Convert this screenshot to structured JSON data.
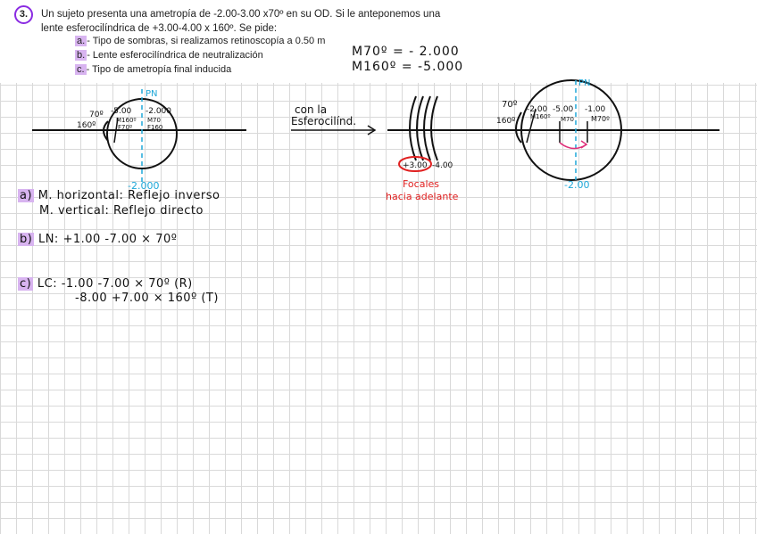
{
  "problem": {
    "number": "3.",
    "statement_line1": "Un sujeto presenta una ametropía de -2.00-3.00 x70º en su OD. Si le anteponemos una",
    "statement_line2": "lente esferocilíndrica de +3.00-4.00 x 160º. Se pide:",
    "items": [
      {
        "bullet": "a.",
        "text": "- Tipo de sombras, si realizamos retinoscopía a 0.50 m"
      },
      {
        "bullet": "b.",
        "text": "- Lente esferocilíndrica de neutralización"
      },
      {
        "bullet": "c.",
        "text": "- Tipo de ametropía final inducida"
      }
    ]
  },
  "meridians": {
    "m70": "M70º = - 2.000",
    "m160": "M160º = -5.000"
  },
  "left_eye": {
    "pn": "PN",
    "deg70": "70º",
    "deg160": "160º",
    "val_500": "-5.00",
    "val_2000": "-2.000",
    "m160": "M160º",
    "m70": "M70",
    "deg70_inner": "F70º",
    "deg160_inner": "F160",
    "bottom": "-2.000"
  },
  "arrow_text": {
    "line1": "con la",
    "line2": "Esferocilínd."
  },
  "lens": {
    "val_300": "+3.00",
    "val_400": "-4.00",
    "focales": "Focales",
    "hacia": "hacia adelante"
  },
  "right_eye": {
    "pn": "PN",
    "deg70": "70º",
    "deg160": "160º",
    "val_100": "-1.00",
    "val_500": "-5.00",
    "val_200a": "-2.00",
    "m160": "M160º",
    "m70": "M70",
    "m70b": "M70º",
    "bottom": "-2.00"
  },
  "answers": {
    "a_label": "a)",
    "a_line1": "M. horizontal: Reflejo inverso",
    "a_line2": "M. vertical: Reflejo directo",
    "b_label": "b)",
    "b_line": "LN: +1.00 -7.00 × 70º",
    "c_label": "c)",
    "c_line1": "LC: -1.00 -7.00 × 70º (R)",
    "c_line2": "-8.00 +7.00 × 160º (T)"
  }
}
